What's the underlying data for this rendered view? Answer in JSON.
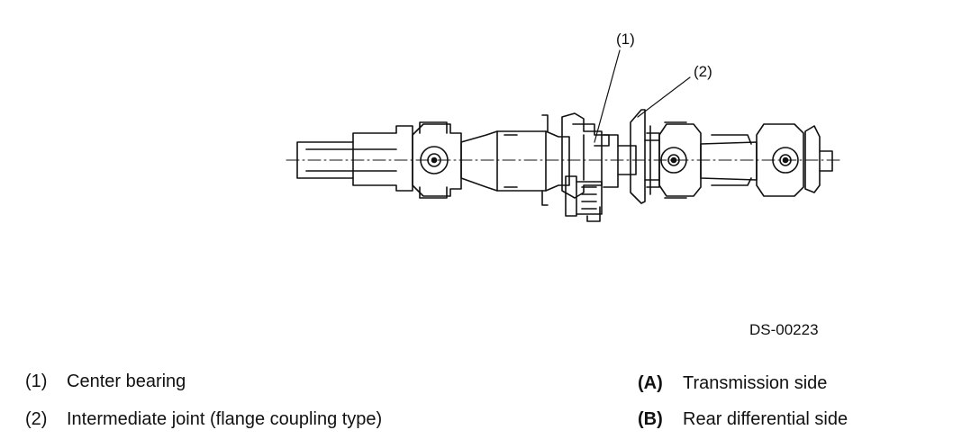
{
  "callouts": [
    {
      "id": "1",
      "text": "(1)"
    },
    {
      "id": "2",
      "text": "(2)"
    }
  ],
  "figure_code": "DS-00223",
  "legend_left": [
    {
      "key": "(1)",
      "label": "Center bearing"
    },
    {
      "key": "(2)",
      "label": "Intermediate joint (flange coupling type)"
    }
  ],
  "legend_right": [
    {
      "key": "(A)",
      "label": "Transmission side"
    },
    {
      "key": "(B)",
      "label": "Rear differential side"
    }
  ]
}
